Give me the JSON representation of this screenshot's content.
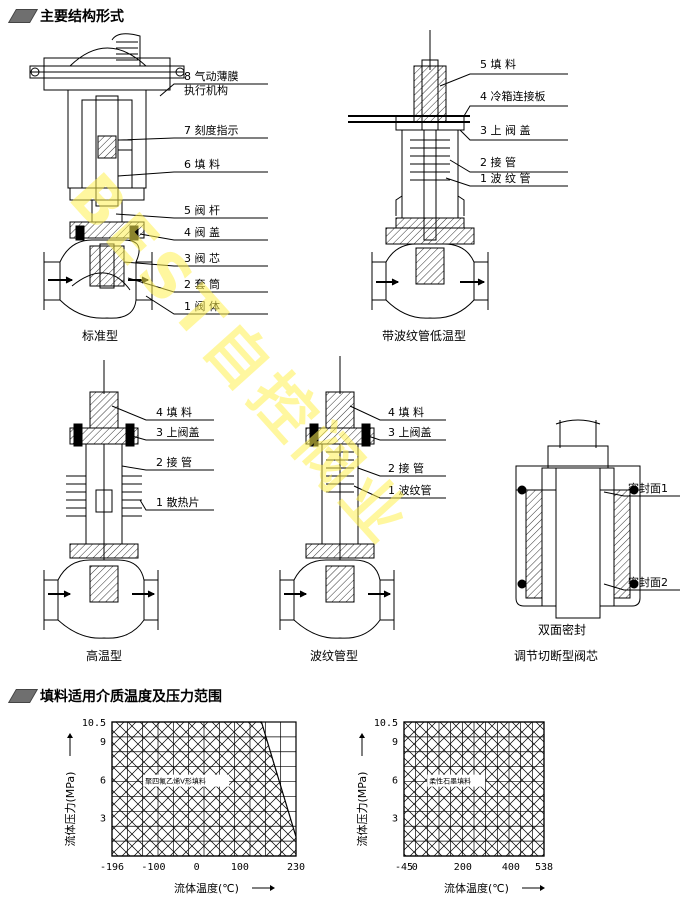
{
  "sections": {
    "structure_title": "主要结构形式",
    "packing_title": "填料适用介质温度及压力范围"
  },
  "watermark": "BEST自控阀业",
  "figures": {
    "standard": {
      "caption": "标准型",
      "labels": [
        "8 气动薄膜",
        "执行机构",
        "7 刻度指示",
        "6 填     料",
        "5 阀     杆",
        "4 阀     盖",
        "3 阀     芯",
        "2 套     筒",
        "1 阀     体"
      ]
    },
    "bellows_low_temp": {
      "caption": "带波纹管低温型",
      "labels": [
        "5 填     料",
        "4 冷箱连接板",
        "3 上  阀  盖",
        "2 接     管",
        "1 波  纹  管"
      ]
    },
    "high_temp": {
      "caption": "高温型",
      "labels": [
        "4 填  料",
        "3 上阀盖",
        "2 接  管",
        "1 散热片"
      ]
    },
    "bellows": {
      "caption": "波纹管型",
      "labels": [
        "4 填    料",
        "3 上阀盖",
        "2 接    管",
        "1 波纹管"
      ]
    },
    "cutoff_plug": {
      "caption": "调节切断型阀芯",
      "sub_caption": "双面密封",
      "labels": [
        "密封面1",
        "密封面2"
      ]
    }
  },
  "chart_data": [
    {
      "type": "area",
      "series_label": "聚四氟乙烯V形填料",
      "ylabel": "流体压力(MPa)",
      "xlabel": "流体温度(℃)",
      "x_ticks": [
        -196,
        -100,
        0,
        100,
        230
      ],
      "y_ticks": [
        3,
        6,
        9,
        10.5
      ],
      "xlim": [
        -196,
        230
      ],
      "ylim": [
        0,
        10.5
      ],
      "boundary": {
        "x": [
          -196,
          150,
          230,
          230
        ],
        "y": [
          10.5,
          10.5,
          1.5,
          0
        ]
      },
      "hatch": "cross"
    },
    {
      "type": "area",
      "series_label": "柔性石墨填料",
      "ylabel": "流体压力(MPa)",
      "xlabel": "流体温度(℃)",
      "x_ticks": [
        -45,
        0,
        200,
        400,
        538
      ],
      "y_ticks": [
        3,
        6,
        9,
        10.5
      ],
      "xlim": [
        -45,
        538
      ],
      "ylim": [
        0,
        10.5
      ],
      "boundary": {
        "x": [
          -45,
          538,
          538
        ],
        "y": [
          10.5,
          10.5,
          0
        ]
      },
      "hatch": "cross"
    }
  ]
}
